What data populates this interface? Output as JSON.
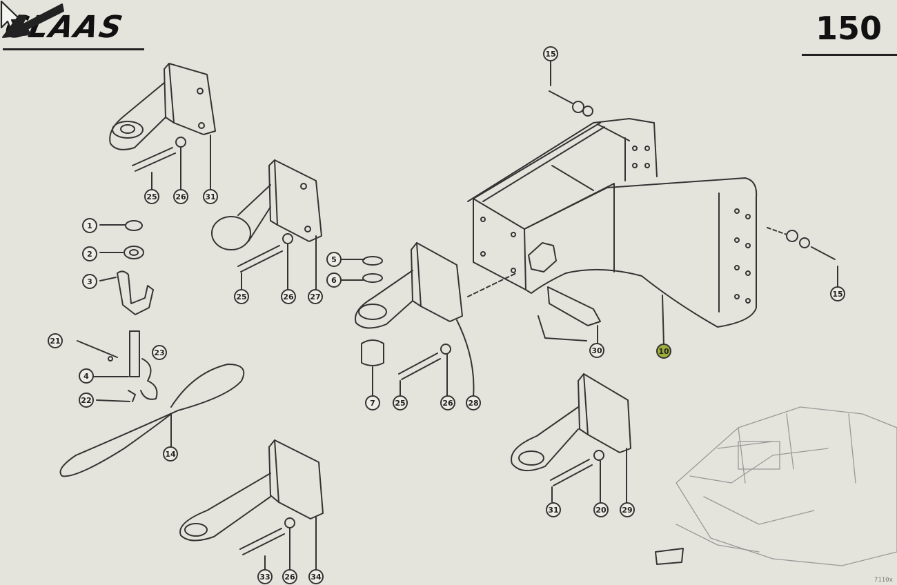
{
  "brand": "CLAAS",
  "page_number": "150",
  "highlighted_part": "10",
  "icons": {
    "back": "arrow-down-left-icon",
    "pointer": "mouse-cursor-icon"
  },
  "colors": {
    "background": "#e4e3dc",
    "line": "#333333",
    "highlight": "#9fb03a"
  },
  "callouts": [
    "15",
    "15",
    "10",
    "30",
    "1",
    "2",
    "3",
    "21",
    "4",
    "23",
    "22",
    "14",
    "25",
    "26",
    "31",
    "25",
    "26",
    "27",
    "5",
    "6",
    "7",
    "25",
    "26",
    "28",
    "31",
    "20",
    "29",
    "33",
    "26",
    "34"
  ],
  "reference": "7110x"
}
